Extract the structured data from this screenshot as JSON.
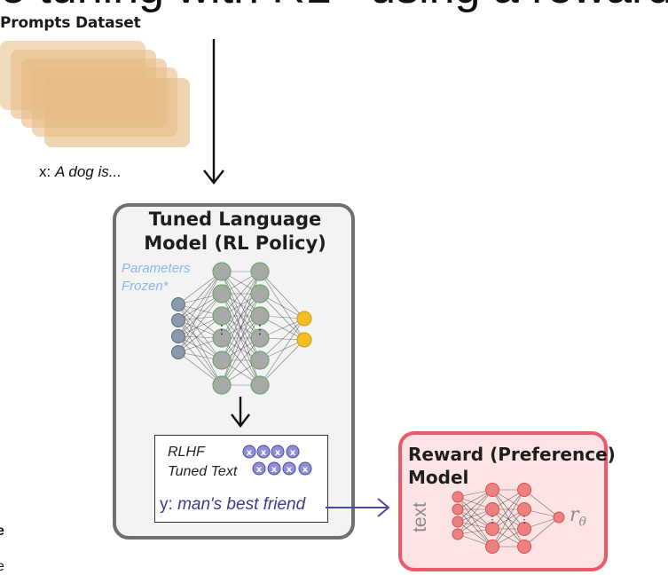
{
  "header": {
    "title_fragment": "e tuning with RL - using a reward m",
    "dataset_label": "Prompts Dataset"
  },
  "prompt": {
    "prefix": "x:",
    "text": "A dog is..."
  },
  "policy": {
    "title": "Tuned Language Model (RL Policy)",
    "frozen_line1": "Parameters",
    "frozen_line2": "Frozen*",
    "output_line1": "RLHF",
    "output_line2": "Tuned Text",
    "token_glyph": "x",
    "y_prefix": "y:",
    "y_text": "man's best friend"
  },
  "reward": {
    "title_line1": "Reward (Preference)",
    "title_line2": "Model",
    "input_label": "text",
    "output_symbol": "r",
    "output_subscript": "θ"
  },
  "left_edge_fragments": [
    "e",
    "e"
  ],
  "colors": {
    "card": "#e7bd86",
    "policy_node": "#a9a9a9",
    "input_node": "#8a9aab",
    "output_node": "#f2c024",
    "token": "#8f8fd8",
    "reward_node": "#ef8080",
    "reward_border": "#ea5a68",
    "arrow_blue": "#4a4aa0"
  },
  "icons": [
    "down-arrow-icon",
    "right-arrow-icon"
  ]
}
